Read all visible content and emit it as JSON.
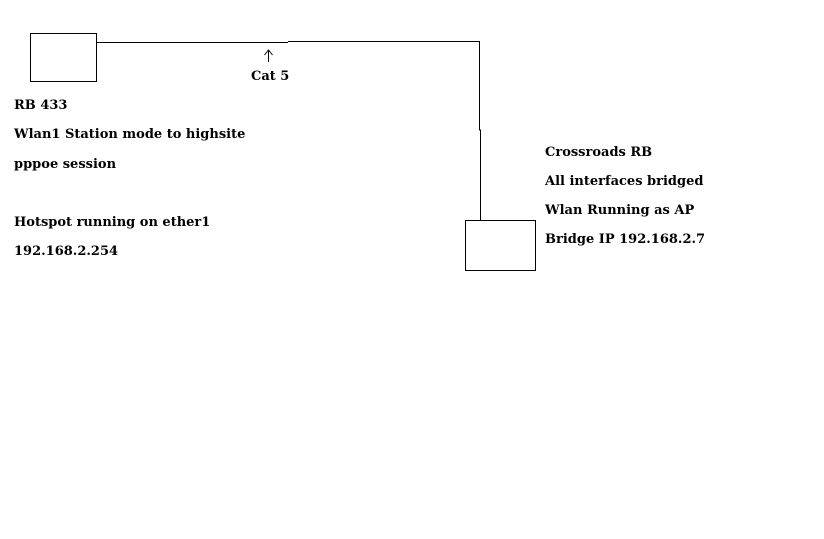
{
  "left_device": {
    "lines": [
      "RB 433",
      "Wlan1 Station mode to highsite",
      "pppoe session",
      "Hotspot running on ether1",
      "192.168.2.254"
    ]
  },
  "right_device": {
    "lines": [
      "Crossroads RB",
      "All interfaces bridged",
      "Wlan Running as AP",
      "Bridge IP 192.168.2.7"
    ]
  },
  "link": {
    "label": "Cat 5"
  },
  "colors": {
    "stroke": "#000000",
    "background": "#ffffff"
  }
}
